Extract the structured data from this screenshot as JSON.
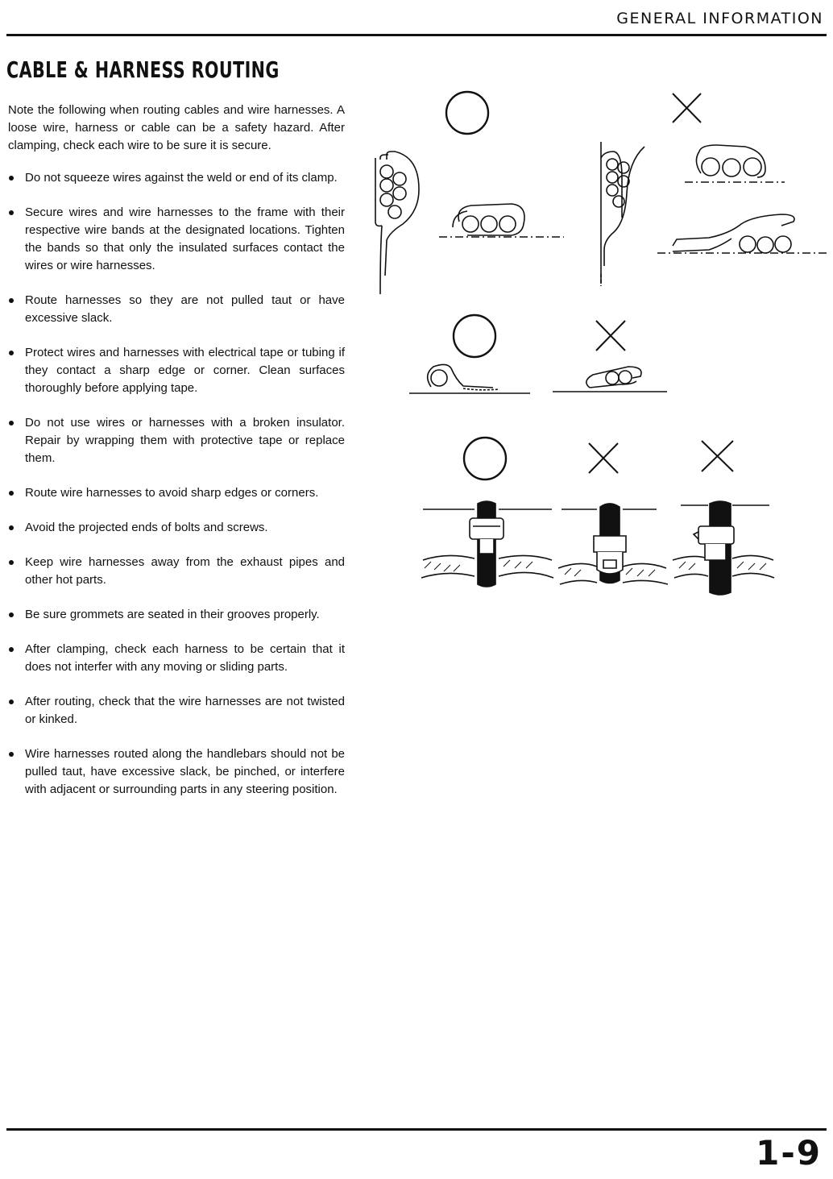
{
  "header": {
    "section": "GENERAL INFORMATION"
  },
  "title": "CABLE & HARNESS ROUTING",
  "intro": "Note the following when routing cables and wire harnesses. A loose wire, harness or cable can be a safety hazard. After clamping, check each wire to be sure it is secure.",
  "notes": [
    "Do not squeeze wires against the weld or end of its clamp.",
    "Secure wires and wire harnesses to the frame with their respective wire bands at the designated locations. Tighten the bands so that only the insulated surfaces contact the wires or wire harnesses.",
    "Route harnesses so they are not pulled taut or have excessive slack.",
    "Protect wires and harnesses with electrical tape or tubing if they contact a sharp edge or corner. Clean surfaces thoroughly before applying tape.",
    "Do not use wires or harnesses with a broken insulator. Repair by wrapping them with protective tape or replace them.",
    "Route wire harnesses to avoid sharp edges or corners.",
    "Avoid the projected ends of bolts and screws.",
    "Keep wire harnesses away from the exhaust pipes and other hot parts.",
    "Be sure grommets are seated in their grooves properly.",
    "After clamping, check each harness to be certain that it does not interfer with any moving or sliding parts.",
    "After routing, check that the wire harnesses are not twisted or kinked.",
    "Wire harnesses routed along the handlebars should not be pulled taut, have excessive slack, be pinched, or interfere with adjacent or surrounding parts in any steering position."
  ],
  "page_number": "1-9",
  "figure_marks": {
    "correct": "correct-circle-icon",
    "incorrect": "incorrect-cross-icon"
  }
}
